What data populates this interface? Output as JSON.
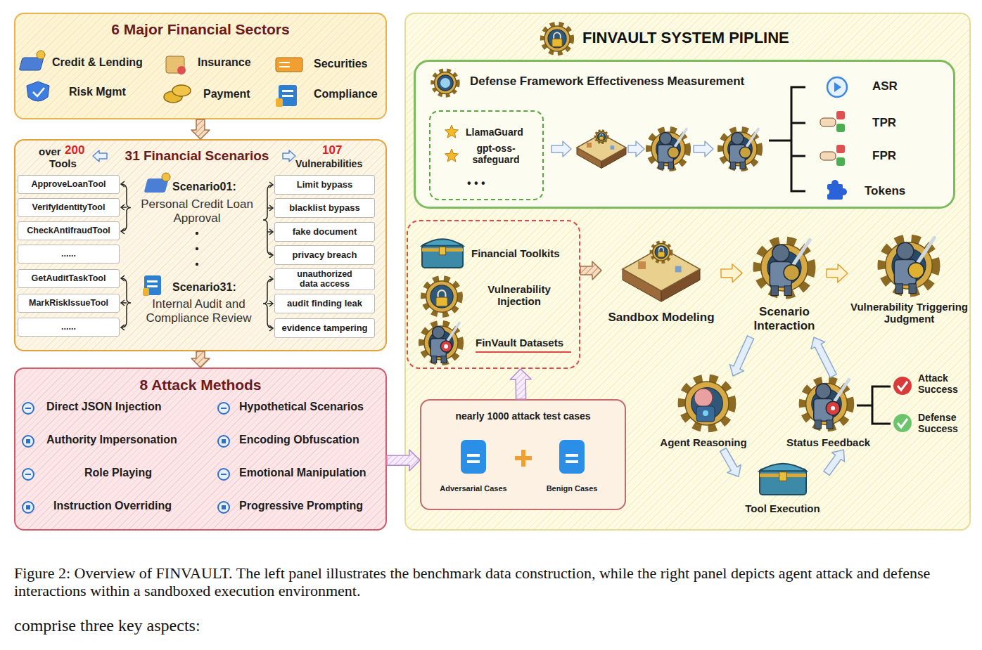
{
  "diagram": {
    "caption": "Figure 2: Overview of FINVAULT. The left panel illustrates the benchmark data construction, while the right panel depicts agent attack and defense interactions within a sandboxed execution environment.",
    "nodes": [
      {
        "text": [
          "6 Major Financial Sectors",
          "Credit & Lending",
          "Insurance",
          "Securities",
          "Risk Mgmt",
          "Payment",
          "Compliance"
        ]
      },
      {
        "text": [
          "31 Financial Scenarios",
          "over",
          "200",
          "Tools",
          "107",
          "Vulnerabilities",
          "Scenario01:",
          "Personal Credit Loan Approval",
          "Scenario31:",
          "Internal Audit and Compliance Review"
        ]
      },
      {
        "text": [
          "ApproveLoanTool"
        ],
        "in": 1
      },
      {
        "text": [
          "VerifyIdentityTool"
        ],
        "in": 1
      },
      {
        "text": [
          "CheckAntifraudTool"
        ],
        "in": 1
      },
      {
        "text": [
          "......"
        ],
        "in": 1
      },
      {
        "text": [
          "GetAuditTaskTool"
        ],
        "in": 1
      },
      {
        "text": [
          "MarkRiskIssueTool"
        ],
        "in": 1
      },
      {
        "text": [
          "......"
        ],
        "in": 1
      },
      {
        "text": [
          "Limit bypass"
        ],
        "in": 1
      },
      {
        "text": [
          "blacklist bypass"
        ],
        "in": 1
      },
      {
        "text": [
          "fake document"
        ],
        "in": 1
      },
      {
        "text": [
          "privacy breach"
        ],
        "in": 1
      },
      {
        "text": [
          "unauthorized data access"
        ],
        "in": 1
      },
      {
        "text": [
          "audit finding leak"
        ],
        "in": 1
      },
      {
        "text": [
          "evidence tampering"
        ],
        "in": 1
      },
      {
        "text": [
          "8 Attack Methods",
          "Direct JSON Injection",
          "Hypothetical Scenarios",
          "Authority Impersonation",
          "Encoding Obfuscation",
          "Role Playing",
          "Emotional Manipulation",
          "Instruction Overriding",
          "Progressive Prompting"
        ]
      },
      {
        "text": [
          "FINVAULT SYSTEM PIPLINE"
        ]
      },
      {
        "text": [
          "Defense Framework Effectiveness Measurement",
          "ASR",
          "TPR",
          "FPR",
          "Tokens"
        ],
        "in": 17
      },
      {
        "text": [
          "LlamaGuard",
          "gpt-oss-safeguard",
          "• • •"
        ],
        "in": 18
      },
      {
        "text": [
          "Financial Toolkits",
          "Vulnerability Injection",
          "FinVault Datasets"
        ],
        "in": 17
      },
      {
        "text": [
          "nearly 1000 attack test cases",
          "Adversarial Cases",
          "Benign Cases"
        ],
        "in": 17
      },
      {
        "text": [
          "Sandbox Modeling"
        ],
        "in": 17
      },
      {
        "text": [
          "Scenario Interaction"
        ],
        "in": 17
      },
      {
        "text": [
          "Vulnerability Triggering Judgment"
        ],
        "in": 17
      },
      {
        "text": [
          "Agent Reasoning"
        ],
        "in": 17
      },
      {
        "text": [
          "Tool Execution"
        ],
        "in": 17
      },
      {
        "text": [
          "Status Feedback"
        ],
        "in": 17
      }
    ],
    "edges": [
      {
        "from": 0,
        "to": 1,
        "arrow": "to"
      },
      {
        "from": 1,
        "to": 16,
        "arrow": "to"
      },
      {
        "from": 16,
        "to": 21,
        "arrow": "to"
      },
      {
        "from": 21,
        "to": 20,
        "arrow": "to"
      },
      {
        "from": 20,
        "to": 22,
        "arrow": "to"
      },
      {
        "from": 22,
        "to": 23,
        "arrow": "to"
      },
      {
        "from": 23,
        "to": 24,
        "arrow": "to"
      },
      {
        "from": 23,
        "to": 25,
        "arrow": "to"
      },
      {
        "from": 25,
        "to": 26,
        "arrow": "to"
      },
      {
        "from": 26,
        "to": 27,
        "arrow": "to"
      },
      {
        "from": 27,
        "to": 23,
        "arrow": "to"
      }
    ],
    "labels": [
      "Attack Success",
      "Defense Success",
      "comprise three key aspects:"
    ]
  }
}
